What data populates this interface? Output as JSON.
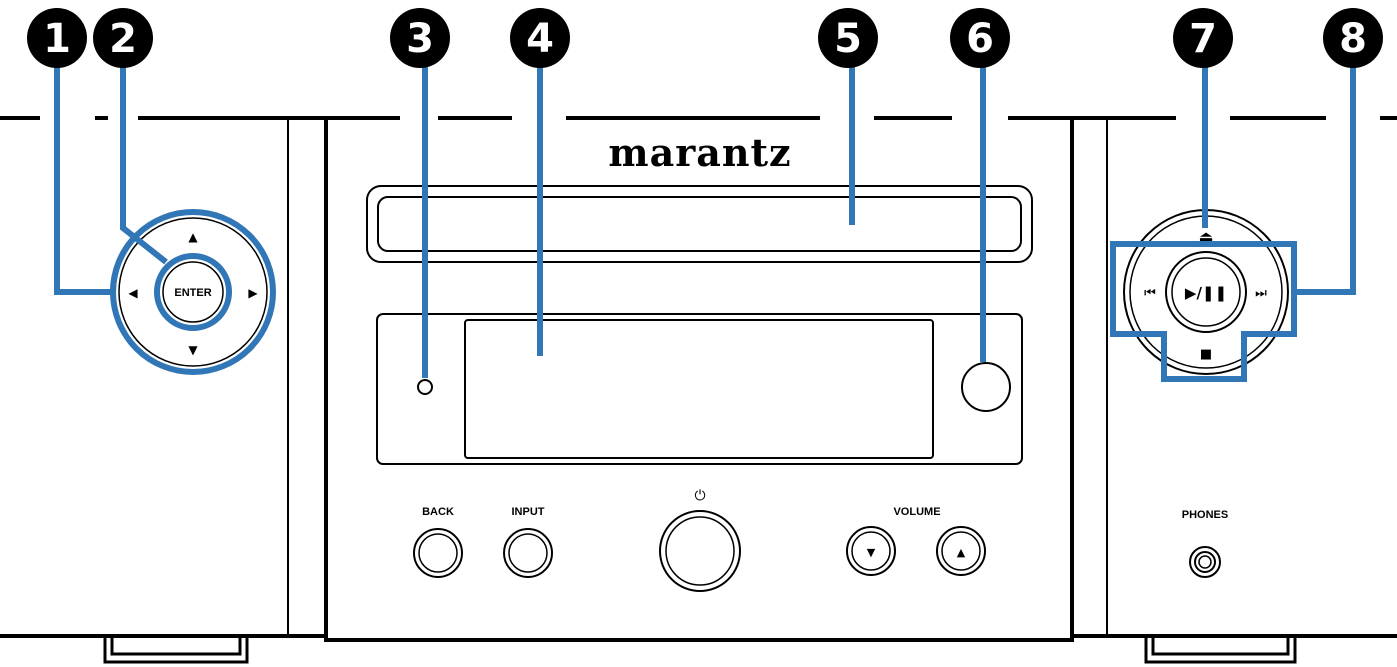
{
  "callouts": [
    "1",
    "2",
    "3",
    "4",
    "5",
    "6",
    "7",
    "8"
  ],
  "brand": {
    "logo_text": "marantz"
  },
  "nav_pad": {
    "enter_label": "ENTER",
    "up_glyph": "▲",
    "down_glyph": "▼",
    "left_glyph": "◀",
    "right_glyph": "▶"
  },
  "transport": {
    "eject_glyph": "⏏",
    "play_pause_glyph": "▶/❚❚",
    "prev_glyph": "⏮",
    "next_glyph": "⏭",
    "stop_glyph": "■"
  },
  "controls": {
    "back_label": "BACK",
    "input_label": "INPUT",
    "power_icon_glyph": "⏻",
    "volume_label": "VOLUME",
    "volume_down_glyph": "▼",
    "volume_up_glyph": "▲",
    "phones_label": "PHONES"
  },
  "colors": {
    "callout_blue": "#3176b6",
    "callout_badge": "#000000"
  }
}
